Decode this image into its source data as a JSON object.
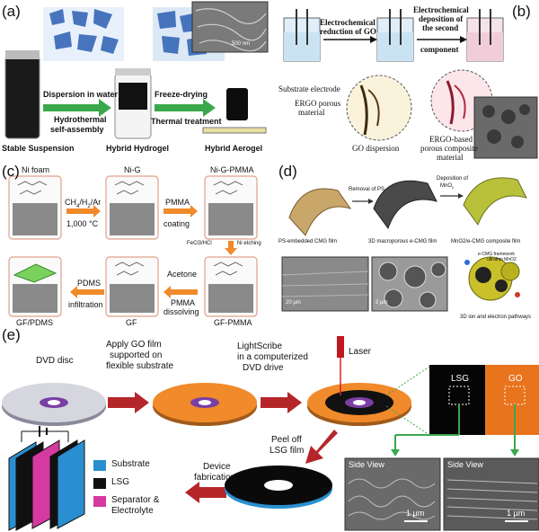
{
  "panel_a": {
    "label": "(a)",
    "scalebar": "500 nm",
    "step1": "Dispersion in water",
    "step1b": "Hydrothermal",
    "step1c": "self-assembly",
    "step2": "Freeze-drying",
    "step2b": "Thermal treatment",
    "cap1": "Stable Suspension",
    "cap2": "Hybrid Hydrogel",
    "cap3": "Hybrid Aerogel"
  },
  "panel_b": {
    "label": "(b)",
    "arrow1a": "Electrochemical",
    "arrow1b": "reduction of GO",
    "arrow2a": "Electrochemical",
    "arrow2b": "deposition of",
    "arrow2c": "the second",
    "arrow2d": "component",
    "t1": "Substrate electrode",
    "t2": "ERGO porous",
    "t2b": "material",
    "t3": "GO dispersion",
    "t4": "ERGO-based",
    "t4b": "porous composite",
    "t4c": "material"
  },
  "panel_c": {
    "label": "(c)",
    "h1": "Ni foam",
    "h2": "Ni-G",
    "h3": "Ni-G-PMMA",
    "a1a": "CH",
    "a1b": "/H",
    "a1c": "/Ar",
    "a1d": "1,000 °C",
    "a2a": "PMMA",
    "a2b": "coating",
    "a3": "FeCl3/HCl",
    "a3b": "Ni etching",
    "a4a": "PDMS",
    "a4b": "infiltration",
    "a5a": "Acetone",
    "a5b": "PMMA",
    "a5c": "dissolving",
    "f1": "GF/PDMS",
    "f2": "GF",
    "f3": "GF-PMMA"
  },
  "panel_d": {
    "label": "(d)",
    "s1": "Removal of PS",
    "s2a": "Deposition of",
    "s2b": "MnO",
    "c1": "PS-embedded CMG film",
    "c2": "3D macroporous e-CMG film",
    "c3": "MnO2/e-CMG composite film",
    "scale1": "20 µm",
    "scale2": "2 µm",
    "leg1": "e-CMG framework",
    "leg2": "ultrathin MnO2",
    "path": "3D ion and electron pathways"
  },
  "panel_e": {
    "label": "(e)",
    "disc": "DVD disc",
    "step1a": "Apply GO film",
    "step1b": "supported on",
    "step1c": "flexible substrate",
    "step2a": "LightScribe",
    "step2b": "in a computerized",
    "step2c": "DVD drive",
    "laser": "Laser",
    "lsg": "LSG",
    "go": "GO",
    "peel_a": "Peel off",
    "peel_b": "LSG film",
    "dev_a": "Device",
    "dev_b": "fabrication",
    "leg_sub": "Substrate",
    "leg_lsg": "LSG",
    "leg_sep_a": "Separator &",
    "leg_sep_b": "Electrolyte",
    "side1": "Side View",
    "side2": "Side View",
    "scale1": "1 µm",
    "scale2": "1 µm"
  },
  "colors": {
    "green_arrow": "#3aa84a",
    "red_arrow": "#b5262b",
    "orange": "#f08a2a",
    "purple": "#7a3fa5",
    "substrate_blue": "#2a8fd0",
    "separator_magenta": "#d63aa0",
    "olive": "#b9c13a"
  }
}
